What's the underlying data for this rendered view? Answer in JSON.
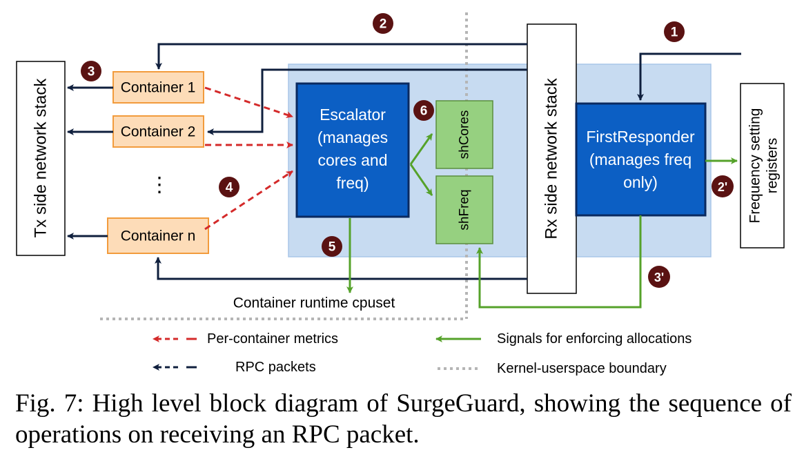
{
  "diagram": {
    "tx_stack": "Tx side network stack",
    "rx_stack": "Rx side network stack",
    "freq_registers_line1": "Frequency setting",
    "freq_registers_line2": "registers",
    "containers": [
      "Container 1",
      "Container 2",
      "Container n"
    ],
    "ellipsis": "⋮",
    "escalator_lines": [
      "Escalator",
      "(manages",
      "cores and",
      "freq)"
    ],
    "firstresponder_lines": [
      "FirstResponder",
      "(manages freq",
      "only)"
    ],
    "sh_cores": "shCores",
    "sh_freq": "shFreq",
    "cpuset_label": "Container runtime cpuset",
    "steps": [
      "1",
      "2",
      "3",
      "4",
      "5",
      "6",
      "2'",
      "3'"
    ]
  },
  "legend": {
    "metrics": "Per-container metrics",
    "rpc": "RPC packets",
    "signals": "Signals for enforcing allocations",
    "boundary": "Kernel-userspace boundary"
  },
  "colors": {
    "rpc": "#0f1f3d",
    "metrics": "#d42a2a",
    "signals": "#55a22a",
    "boundary": "#b5b5b5",
    "step_badge": "#5a1212",
    "kernel_region": "#c7dbf1",
    "component": "#0c5fc4",
    "container_fill": "#fddcb8",
    "container_border": "#f29b3c",
    "shared_fill": "#96d080"
  },
  "caption": "Fig. 7: High level block diagram of SurgeGuard, showing the sequence of operations on receiving an RPC packet."
}
